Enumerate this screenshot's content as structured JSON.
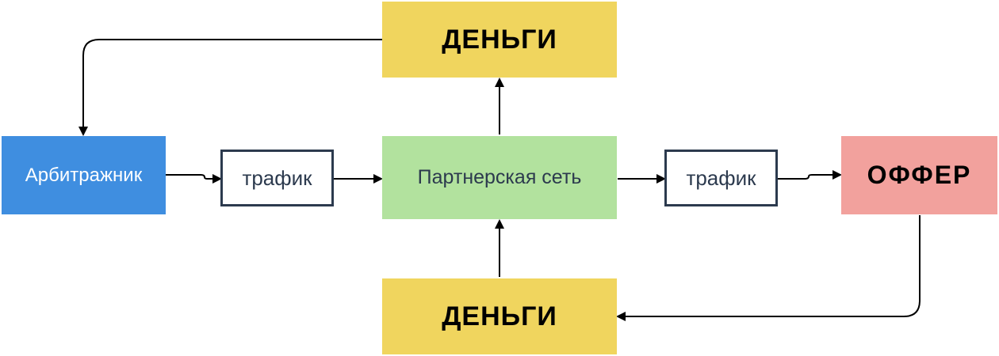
{
  "nodes": {
    "money_top": "ДЕНЬГИ",
    "money_bottom": "ДЕНЬГИ",
    "arbitrageur": "Арбитражник",
    "traffic_left": "трафик",
    "partner_network": "Партнерская сеть",
    "traffic_right": "трафик",
    "offer": "ОФФЕР"
  },
  "colors": {
    "money": "#f0d55e",
    "arbitrageur": "#3f8ee0",
    "partner_network": "#b2e29e",
    "offer": "#f2a19d",
    "traffic_border": "#2c3a4e",
    "edge": "#000000"
  }
}
